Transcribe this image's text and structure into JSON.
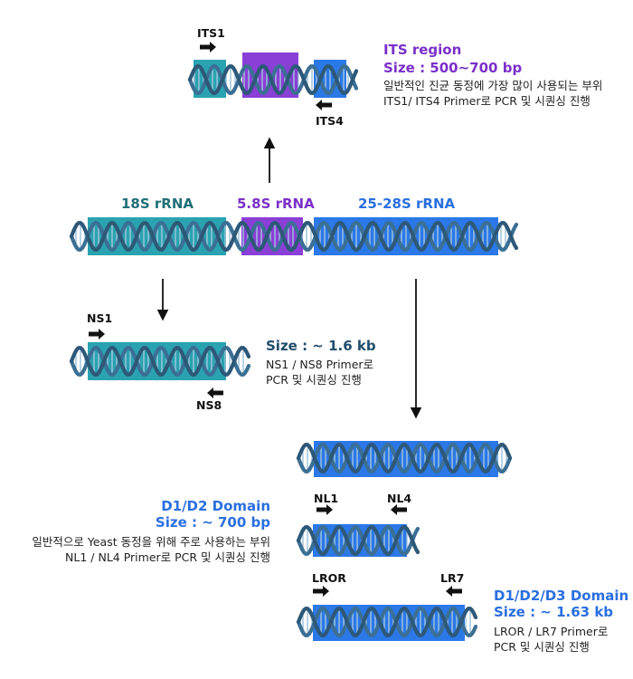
{
  "its_panel": {
    "title": "ITS region",
    "size": "Size : 500~700 bp",
    "desc1": "일반적인 진균 동정에 가장 많이 사용되는 부위",
    "desc2": "ITS1/ ITS4 Primer로 PCR 및 시퀀싱 진행",
    "primer_fwd": "ITS1",
    "primer_rev": "ITS4"
  },
  "rrna": {
    "label_18s": "18S rRNA",
    "label_58s": "5.8S rRNA",
    "label_25s": "25-28S rRNA"
  },
  "ns_panel": {
    "size": "Size : ~ 1.6 kb",
    "desc1": "NS1 / NS8 Primer로",
    "desc2": "PCR 및 시퀀싱 진행",
    "primer_fwd": "NS1",
    "primer_rev": "NS8"
  },
  "d1d2_panel": {
    "title": "D1/D2 Domain",
    "size": "Size : ~ 700 bp",
    "desc1": "일반적으로 Yeast 동정을 위해 주로 사용하는 부위",
    "desc2": "NL1 / NL4 Primer로 PCR 및 시퀀싱 진행",
    "primer_fwd": "NL1",
    "primer_rev": "NL4"
  },
  "d1d2d3_panel": {
    "title": "D1/D2/D3 Domain",
    "size": "Size : ~ 1.63 kb",
    "desc1": "LROR / LR7 Primer로",
    "desc2": "PCR 및 시퀀싱 진행",
    "primer_fwd": "LROR",
    "primer_rev": "LR7"
  },
  "colors": {
    "teal": "#2aa3b0",
    "purple": "#8a3fd6",
    "blue": "#2b78e8",
    "helix": "#3b6f94",
    "arrow": "#111111"
  }
}
